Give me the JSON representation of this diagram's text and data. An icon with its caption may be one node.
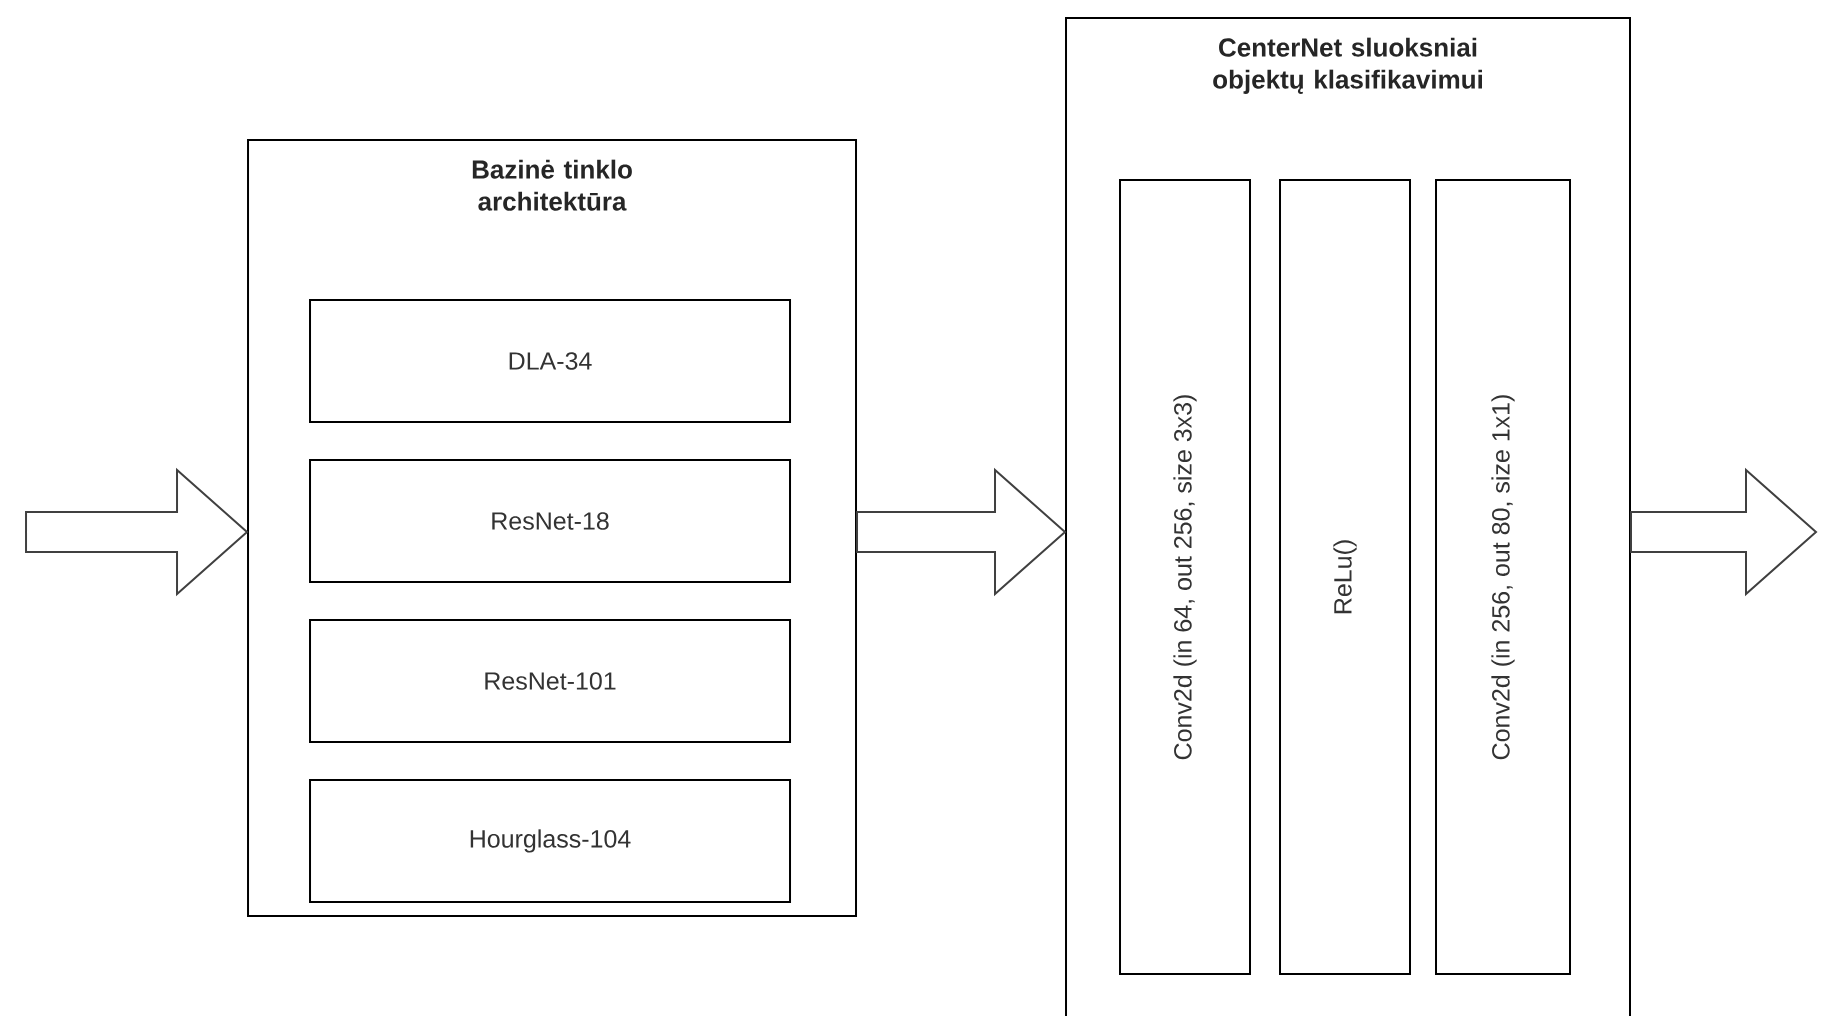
{
  "diagram": {
    "nodes": [
      {
        "text": [
          "Bazinė tinklo architektūra"
        ]
      },
      {
        "text": [
          "DLA-34"
        ],
        "in": 0
      },
      {
        "text": [
          "ResNet-18"
        ],
        "in": 0
      },
      {
        "text": [
          "ResNet-101"
        ],
        "in": 0
      },
      {
        "text": [
          "Hourglass-104"
        ],
        "in": 0
      },
      {
        "text": [
          "CenterNet sluoksniai objektų klasifikavimui"
        ]
      },
      {
        "text": [
          "Conv2d (in 64, out 256, size 3x3)"
        ],
        "in": 5
      },
      {
        "text": [
          "ReLu()"
        ],
        "in": 5
      },
      {
        "text": [
          "Conv2d (in 256, out 80, size 1x1)"
        ],
        "in": 5
      }
    ],
    "edges": [
      {
        "from": null,
        "to": 0,
        "arrow": "to"
      },
      {
        "from": 0,
        "to": 5,
        "arrow": "to"
      },
      {
        "from": 5,
        "to": null,
        "arrow": "to"
      }
    ]
  }
}
